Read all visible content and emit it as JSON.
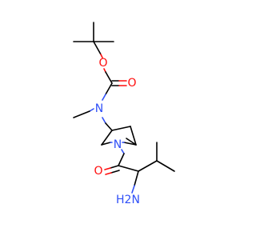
{
  "molecule": {
    "atom_labels": {
      "ester_oxygen": "O",
      "carbonyl_oxygen_carbamate": "O",
      "carbamate_nitrogen": "N",
      "ring_nitrogen": "N",
      "carbonyl_oxygen_amide": "O",
      "amine": "H2N"
    },
    "colors": {
      "carbon_bond": "#000000",
      "oxygen": "#ff0d0d",
      "nitrogen": "#3050f8",
      "background": "#ffffff"
    }
  }
}
